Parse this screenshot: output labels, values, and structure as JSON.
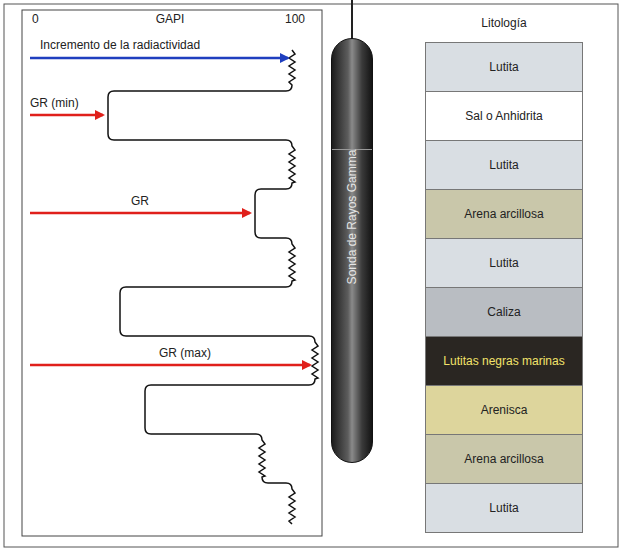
{
  "diagram": {
    "nodes": [
      {
        "text": [
          "Litología"
        ]
      },
      {
        "text": [
          "Lutita"
        ],
        "in": 0
      },
      {
        "text": [
          "Sal o Anhidrita"
        ],
        "in": 0
      },
      {
        "text": [
          "Lutita"
        ],
        "in": 0
      },
      {
        "text": [
          "Arena arcillosa"
        ],
        "in": 0
      },
      {
        "text": [
          "Lutita"
        ],
        "in": 0
      },
      {
        "text": [
          "Caliza"
        ],
        "in": 0
      },
      {
        "text": [
          "Lutitas negras marinas"
        ],
        "in": 0
      },
      {
        "text": [
          "Arenisca"
        ],
        "in": 0
      },
      {
        "text": [
          "Arena arcillosa"
        ],
        "in": 0
      },
      {
        "text": [
          "Lutita"
        ],
        "in": 0
      },
      {
        "text": [
          "Sonda de Rayos Gamma"
        ]
      }
    ],
    "labels": [
      "0",
      "GAPI",
      "100",
      "Incremento de la radiactividad",
      "GR (min)",
      "GR",
      "GR (max)"
    ]
  }
}
